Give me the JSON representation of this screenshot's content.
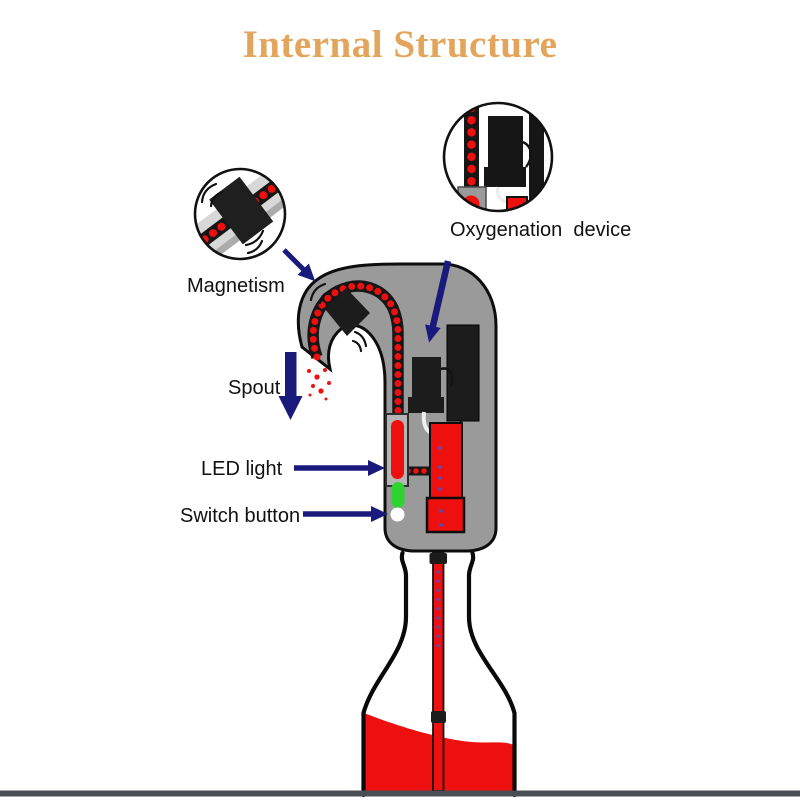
{
  "title": {
    "text": "Internal Structure"
  },
  "labels": {
    "magnetism": "Magnetism",
    "oxygenation_device": "Oxygenation  device",
    "spout": "Spout",
    "led_light": "LED light",
    "switch_button": "Switch button"
  },
  "colors": {
    "title": "#E3A55C",
    "label": "#111111",
    "navy": "#1A1A7D",
    "red": "#EE0F0F",
    "gray-body": "#9A9A9A",
    "gray-light": "#B5B5B5",
    "black-part": "#1C1C1C",
    "green": "#2FD32F",
    "blue-dot": "#4450C8",
    "bottom-bar": "#4C4C55"
  }
}
